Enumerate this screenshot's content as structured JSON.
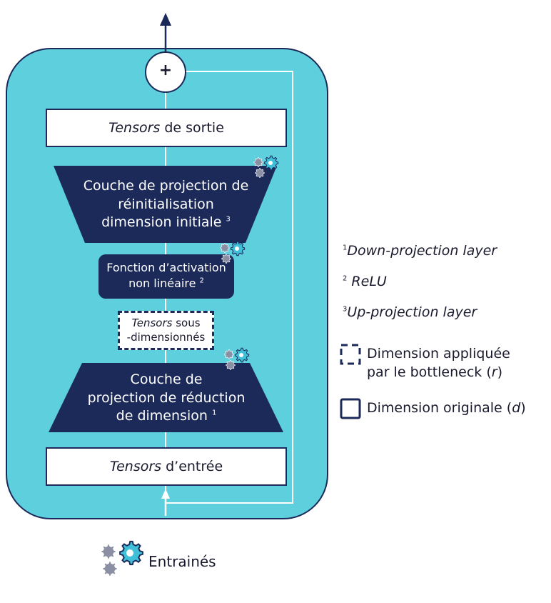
{
  "nodes": {
    "sum": {
      "symbol": "+"
    },
    "output": {
      "italic": "Tensors",
      "rest": " de sortie"
    },
    "up_projection": {
      "line1": "Couche de projection de",
      "line2": "réinitialisation",
      "line3": "dimension initiale",
      "sup": "3"
    },
    "activation": {
      "line1": "Fonction d’activation",
      "line2": "non linéaire",
      "sup": "2"
    },
    "bottleneck": {
      "italic": "Tensors",
      "rest": " sous",
      "line2": "-dimensionnés"
    },
    "down_projection": {
      "line1": "Couche de",
      "line2": "projection de réduction",
      "line3": "de dimension",
      "sup": "1"
    },
    "input": {
      "italic": "Tensors",
      "rest": " d’entrée"
    }
  },
  "notes": [
    {
      "num": "1",
      "text": "Down-projection layer"
    },
    {
      "num": "2",
      "text": "ReLU"
    },
    {
      "num": "3",
      "text": "Up-projection layer"
    }
  ],
  "legend": {
    "dashed": {
      "line1": "Dimension appliquée",
      "line2_pre": "par le bottleneck (",
      "var": "r",
      "line2_post": ")"
    },
    "solid": {
      "pre": "Dimension originale (",
      "var": "d",
      "post": ")"
    },
    "trained": "Entrainés"
  },
  "colors": {
    "container": "#5ecfdd",
    "navy": "#1c2a5a",
    "gear_blue": "#3fc0d8",
    "gear_gray": "#8a8fa3"
  }
}
